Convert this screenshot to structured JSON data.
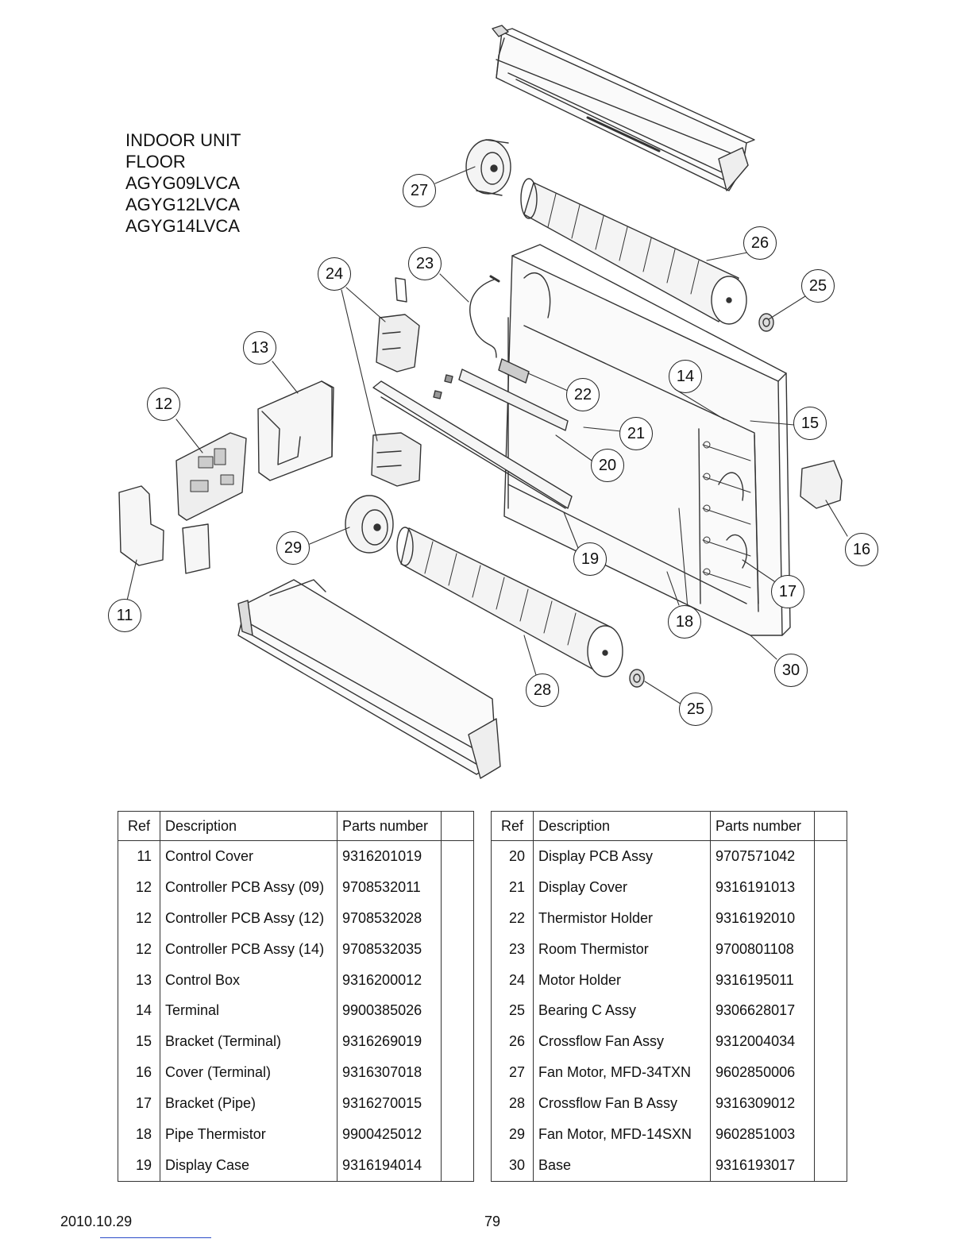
{
  "diagram": {
    "title_lines": [
      "INDOOR UNIT",
      "FLOOR",
      "AGYG09LVCA",
      "AGYG12LVCA",
      "AGYG14LVCA"
    ],
    "callouts": [
      "11",
      "12",
      "13",
      "14",
      "15",
      "16",
      "17",
      "18",
      "19",
      "20",
      "21",
      "22",
      "23",
      "24",
      "25",
      "26",
      "27",
      "28",
      "29",
      "30"
    ]
  },
  "table_headers": {
    "ref": "Ref",
    "description": "Description",
    "parts_number": "Parts number",
    "extra": ""
  },
  "parts_left": [
    {
      "ref": "11",
      "description": "Control Cover",
      "parts_number": "9316201019"
    },
    {
      "ref": "12",
      "description": "Controller PCB Assy (09)",
      "parts_number": "9708532011"
    },
    {
      "ref": "12",
      "description": "Controller PCB Assy (12)",
      "parts_number": "9708532028"
    },
    {
      "ref": "12",
      "description": "Controller PCB Assy (14)",
      "parts_number": "9708532035"
    },
    {
      "ref": "13",
      "description": "Control Box",
      "parts_number": "9316200012"
    },
    {
      "ref": "14",
      "description": "Terminal",
      "parts_number": "9900385026"
    },
    {
      "ref": "15",
      "description": "Bracket (Terminal)",
      "parts_number": "9316269019"
    },
    {
      "ref": "16",
      "description": "Cover (Terminal)",
      "parts_number": "9316307018"
    },
    {
      "ref": "17",
      "description": "Bracket (Pipe)",
      "parts_number": "9316270015"
    },
    {
      "ref": "18",
      "description": "Pipe Thermistor",
      "parts_number": "9900425012"
    },
    {
      "ref": "19",
      "description": "Display Case",
      "parts_number": "9316194014"
    }
  ],
  "parts_right": [
    {
      "ref": "20",
      "description": "Display PCB Assy",
      "parts_number": "9707571042"
    },
    {
      "ref": "21",
      "description": "Display Cover",
      "parts_number": "9316191013"
    },
    {
      "ref": "22",
      "description": "Thermistor Holder",
      "parts_number": "9316192010"
    },
    {
      "ref": "23",
      "description": "Room Thermistor",
      "parts_number": "9700801108"
    },
    {
      "ref": "24",
      "description": "Motor Holder",
      "parts_number": "9316195011"
    },
    {
      "ref": "25",
      "description": "Bearing C Assy",
      "parts_number": "9306628017"
    },
    {
      "ref": "26",
      "description": "Crossflow Fan Assy",
      "parts_number": "9312004034"
    },
    {
      "ref": "27",
      "description": "Fan Motor, MFD-34TXN",
      "parts_number": "9602850006"
    },
    {
      "ref": "28",
      "description": "Crossflow Fan B Assy",
      "parts_number": "9316309012"
    },
    {
      "ref": "29",
      "description": "Fan Motor, MFD-14SXN",
      "parts_number": "9602851003"
    },
    {
      "ref": "30",
      "description": "Base",
      "parts_number": "9316193017"
    }
  ],
  "footer": {
    "date": "2010.10.29",
    "page_number": "79"
  }
}
